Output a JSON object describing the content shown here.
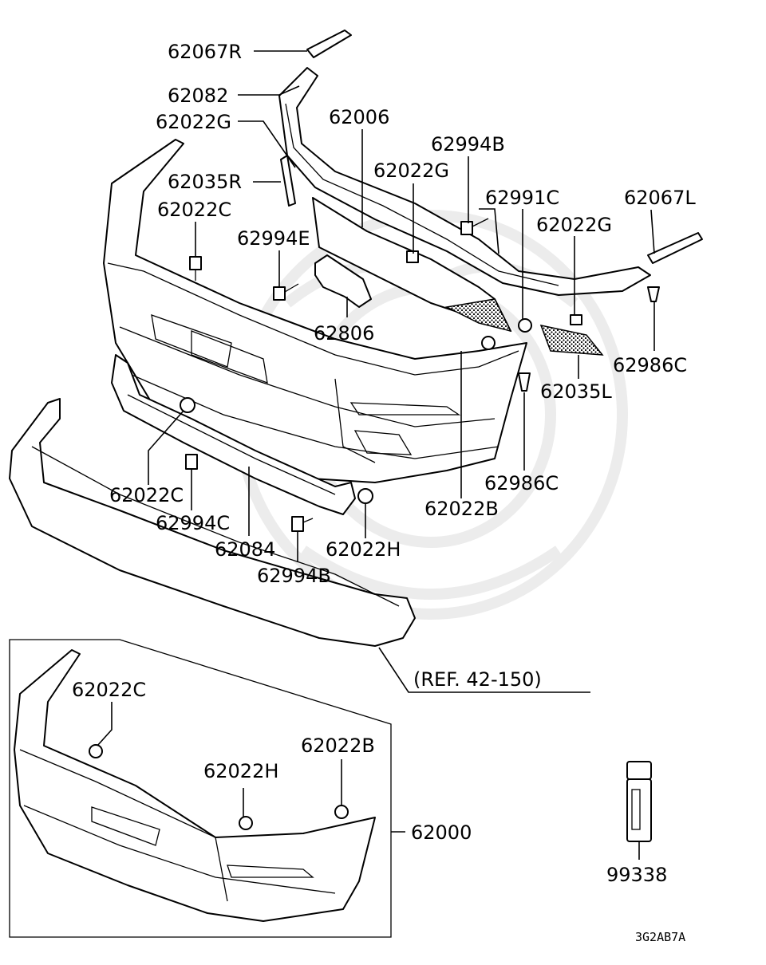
{
  "diagram": {
    "labels": {
      "p62067R": "62067R",
      "p62082": "62082",
      "p62022G_a": "62022G",
      "p62006": "62006",
      "p62994B_a": "62994B",
      "p62035R": "62035R",
      "p62022G_b": "62022G",
      "p62991C": "62991C",
      "p62067L": "62067L",
      "p62022C_a": "62022C",
      "p62994E": "62994E",
      "p62022G_c": "62022G",
      "p62806": "62806",
      "p62986C_a": "62986C",
      "p62035L": "62035L",
      "p62022C_b": "62022C",
      "p62994C": "62994C",
      "p62084": "62084",
      "p62022H_a": "62022H",
      "p62994B_b": "62994B",
      "p62022B_a": "62022B",
      "p62986C_b": "62986C",
      "ref": "(REF. 42-150)",
      "p62022C_c": "62022C",
      "p62022B_b": "62022B",
      "p62022H_b": "62022H",
      "p62000": "62000",
      "p99338": "99338",
      "code": "3G2AB7A"
    }
  }
}
